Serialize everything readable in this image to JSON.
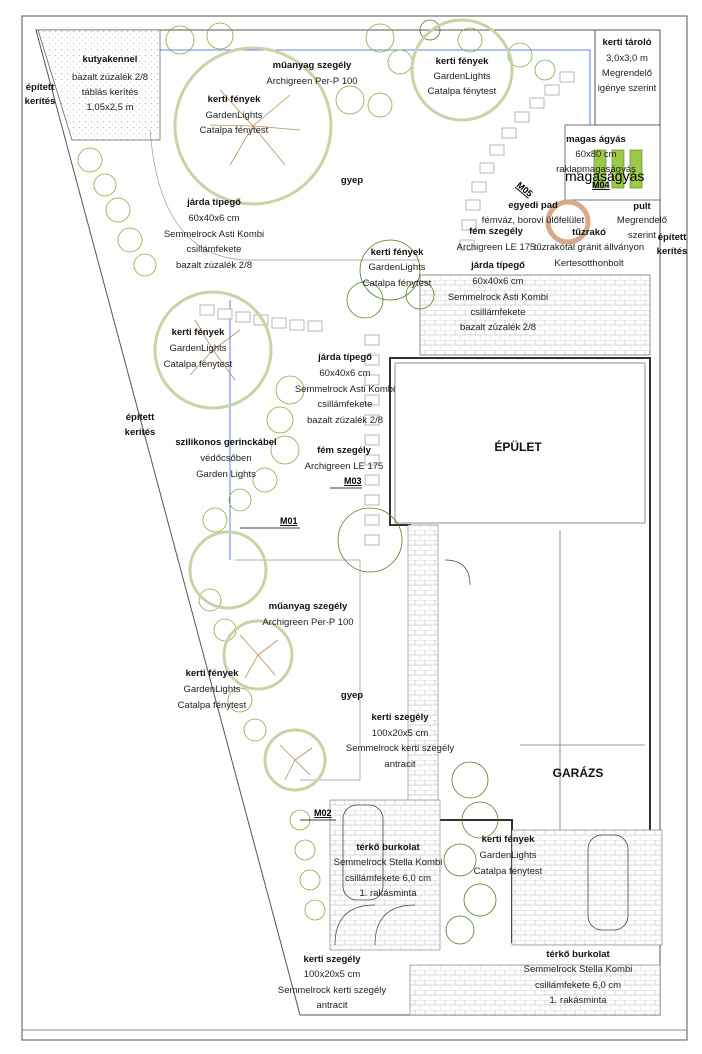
{
  "labels": {
    "kutya_kennel": [
      "kutyakennel",
      "bazalt zúzalék 2/8",
      "táblás kerítés",
      "1,05x2,5 m"
    ],
    "epitett_kerites_1": [
      "épített",
      "kerítés"
    ],
    "epitett_kerites_2": [
      "épített",
      "kerítés"
    ],
    "epitett_kerites_3": [
      "épített",
      "kerítés"
    ],
    "muanyag_szegely_1": [
      "műanyag szegély",
      "Archigreen Per-P 100"
    ],
    "muanyag_szegely_2": [
      "műanyag szegély",
      "Archigreen Per-P 100"
    ],
    "kerti_fenyek_1": [
      "kerti fények",
      "GardenLights",
      "Catalpa fénytest"
    ],
    "kerti_fenyek_2": [
      "kerti fények",
      "GardenLights",
      "Catalpa fénytest"
    ],
    "kerti_fenyek_3": [
      "kerti fények",
      "GardenLights",
      "Catalpa fénytest"
    ],
    "kerti_fenyek_4": [
      "kerti fények",
      "GardenLights",
      "Catalpa fénytest"
    ],
    "kerti_fenyek_5": [
      "kerti fények",
      "GardenLights",
      "Catalpa fénytest"
    ],
    "kerti_fenyek_6": [
      "kerti fények",
      "GardenLights",
      "Catalpa fénytest"
    ],
    "kerti_tarolo": [
      "kerti tároló",
      "3,0x3,0 m",
      "Megrendelő",
      "igénye szerint"
    ],
    "magas_agyas": [
      "magas ágyás",
      "60x80 cm",
      "raklapmagaságyás"
    ],
    "magasagyas_big": "magaságyás",
    "gyep_1": "gyep",
    "gyep_2": "gyep",
    "jarda_1": [
      "járda típegő",
      "60x40x6 cm",
      "Semmelrock Asti Kombi",
      "csillámfekete",
      "bazalt zúzalék 2/8"
    ],
    "jarda_2": [
      "járda típegő",
      "60x40x6 cm",
      "Semmelrock Asti Kombi",
      "csillámfekete",
      "bazalt zúzalék 2/8"
    ],
    "jarda_3": [
      "járda típegő",
      "60x40x6 cm",
      "Semmelrock Asti Kombi",
      "csillámfekete",
      "bazalt zúzalék 2/8"
    ],
    "egyedi_pad": [
      "egyedi pad",
      "fémváz, borovi ülőfelület"
    ],
    "fem_szegely_1": [
      "fém szegély",
      "Archigreen LE 175"
    ],
    "fem_szegely_2": [
      "fém szegély",
      "Archigreen LE 175"
    ],
    "tuzrako": [
      "tűzrakó",
      "tűzrakótál gránit állványon",
      "Kertesotthonbolt"
    ],
    "pult": [
      "pult",
      "Megrendelő",
      "szerint"
    ],
    "szilikonos": [
      "szilikonos gerinckábel",
      "védőcsőben",
      "Garden Lights"
    ],
    "epulet": "ÉPÜLET",
    "garazs": "GARÁZS",
    "kerti_szegely_1": [
      "kerti szegély",
      "100x20x5 cm",
      "Semmelrock kerti szegély",
      "antracit"
    ],
    "kerti_szegely_2": [
      "kerti szegély",
      "100x20x5 cm",
      "Semmelrock kerti szegély",
      "antracit"
    ],
    "terko_1": [
      "térkő burkolat",
      "Semmelrock Stella Kombi",
      "csillámfekete 6,0 cm",
      "1. rakásminta"
    ],
    "terko_2": [
      "térkő burkolat",
      "Semmelrock Stella Kombi",
      "csillámfekete 6,0 cm",
      "1. rakásminta"
    ]
  },
  "markers": [
    "M01",
    "M02",
    "M03",
    "M04",
    "M05"
  ],
  "colors": {
    "tree_outline": "#c9d3a6",
    "shrub": "#7fae3c",
    "shrub_dark": "#4f7f22",
    "paving_line": "#9a9a9a",
    "wall": "#333333",
    "fence": "#555555",
    "tuzrako": "#d9a98a",
    "blue_line": "#3a5bd9"
  }
}
